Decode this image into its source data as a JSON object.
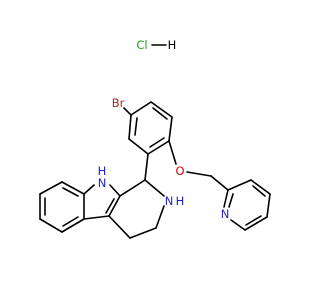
{
  "colors": {
    "bond": "#000000",
    "carbon": "#000000",
    "nitrogen": "#2323d6",
    "oxygen": "#e00000",
    "bromine": "#a52a2a",
    "chlorine": "#1aa31a",
    "hydrogen": "#000000"
  },
  "labels": {
    "salt_cl": "Cl",
    "salt_h": "H",
    "bromine": "Br",
    "indole_nh_n": "N",
    "indole_nh_h": "H",
    "amine_nh_n": "N",
    "amine_nh_h": "H",
    "ether_o": "O",
    "pyridine_n": "N"
  }
}
